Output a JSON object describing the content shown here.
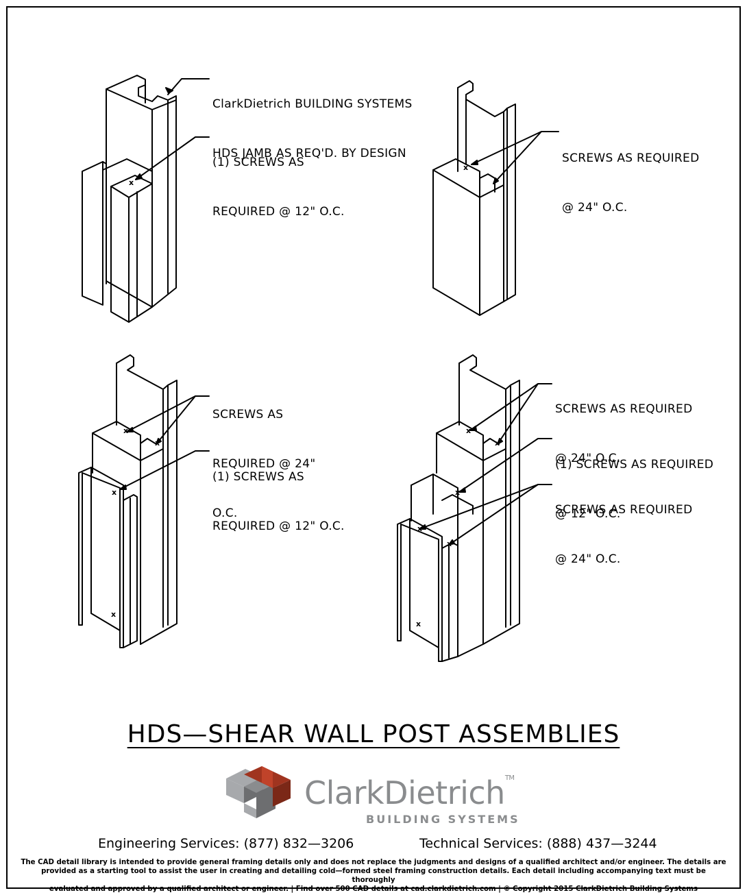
{
  "callouts": {
    "tl_jamb": [
      "ClarkDietrich BUILDING SYSTEMS",
      "HDS JAMB AS REQ'D. BY DESIGN"
    ],
    "tl_screws": [
      "(1) SCREWS AS",
      "REQUIRED @ 12\" O.C."
    ],
    "tr_screws": [
      "SCREWS AS REQUIRED",
      "@ 24\" O.C."
    ],
    "bl_screws_24": [
      "SCREWS AS",
      "REQUIRED @ 24\"",
      "O.C."
    ],
    "bl_screws_12": [
      "(1) SCREWS AS",
      "REQUIRED @ 12\" O.C."
    ],
    "br_screws_24_top": [
      "SCREWS AS REQUIRED",
      "@ 24\" O.C."
    ],
    "br_screws_12": [
      "(1) SCREWS AS REQUIRED",
      "@ 12\" O.C."
    ],
    "br_screws_24_bottom": [
      "SCREWS AS REQUIRED",
      "@ 24\" O.C."
    ]
  },
  "title": "HDS—SHEAR WALL POST ASSEMBLIES",
  "brand": {
    "name": "ClarkDietrich",
    "trademark": "TM",
    "subtitle": "BUILDING SYSTEMS",
    "colors": {
      "red": "#a0341f",
      "dark_gray": "#6d6e70",
      "light_gray": "#a7a9ac",
      "text_gray": "#8a8c8e"
    }
  },
  "contact": {
    "engineering": "Engineering Services: (877) 832—3206",
    "technical": "Technical Services: (888) 437—3244"
  },
  "disclaimer": [
    "The CAD detail library is intended to provide general framing details only and does not replace the judgments and designs of a qualified architect and/or engineer. The details are",
    "provided as a starting tool to assist the user in creating and detailing cold—formed steel framing construction details. Each detail including accompanying text must be thoroughly",
    "evaluated and approved by a qualified architect or engineer.    |    Find over 500 CAD details at cad.clarkdietrich.com    |    © Copyright 2015 ClarkDietrich Building Systems"
  ]
}
